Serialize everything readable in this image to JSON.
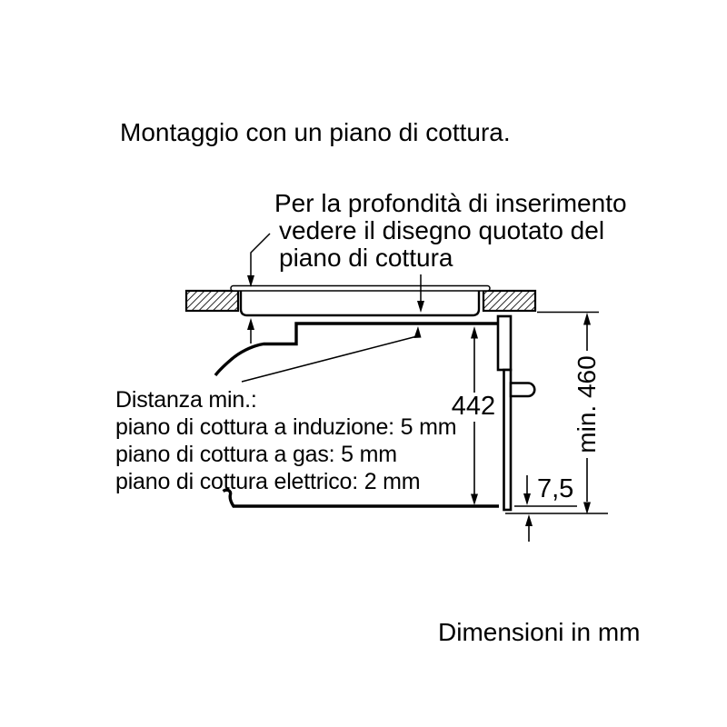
{
  "title": "Montaggio con un piano di cottura.",
  "insertion_note": {
    "lines": [
      "Per la profondità di inserimento",
      "vedere il disegno quotato del",
      "piano di cottura"
    ]
  },
  "distance_note": {
    "heading": "Distanza min.:",
    "lines": [
      "piano di cottura a induzione: 5 mm",
      "piano di cottura a gas: 5 mm",
      "piano di cottura elettrico: 2 mm"
    ]
  },
  "dimensions": {
    "oven_height_mm": "442",
    "min_niche_height": "min. 460",
    "bottom_gap_mm": "7,5"
  },
  "footer_note": "Dimensioni in mm",
  "colors": {
    "ink": "#000000",
    "background": "#ffffff"
  }
}
